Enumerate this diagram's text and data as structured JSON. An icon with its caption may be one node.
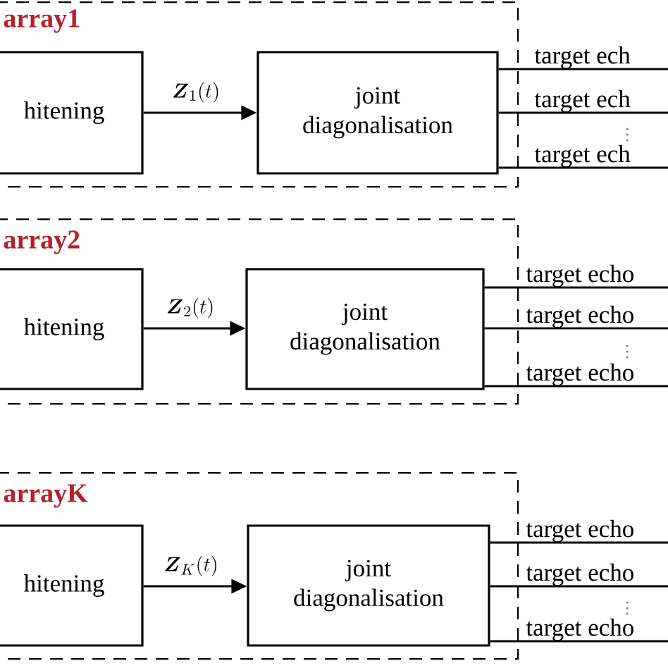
{
  "diagram": {
    "nodes": [
      {
        "text": [
          "array1"
        ]
      },
      {
        "text": [
          "hitening"
        ],
        "in": 0
      },
      {
        "text": [
          "joint diagonalisation"
        ],
        "in": 0
      },
      {
        "text": [
          "array2"
        ]
      },
      {
        "text": [
          "hitening"
        ],
        "in": 3
      },
      {
        "text": [
          "joint diagonalisation"
        ],
        "in": 3
      },
      {
        "text": [
          "arrayK"
        ]
      },
      {
        "text": [
          "hitening"
        ],
        "in": 6
      },
      {
        "text": [
          "joint diagonalisation"
        ],
        "in": 6
      }
    ],
    "edges": [
      {
        "from": 1,
        "to": 2,
        "arrow": "to",
        "label": "\\boldsymbol{Z}_{1}(t)"
      },
      {
        "from": 2,
        "to": null,
        "arrow": "none",
        "label": "target ech"
      },
      {
        "from": 2,
        "to": null,
        "arrow": "none",
        "label": "target ech"
      },
      {
        "from": 2,
        "to": null,
        "arrow": "none",
        "label": "target ech"
      },
      {
        "from": 4,
        "to": 5,
        "arrow": "to",
        "label": "\\boldsymbol{Z}_{2}(t)"
      },
      {
        "from": 5,
        "to": null,
        "arrow": "none",
        "label": "target echo"
      },
      {
        "from": 5,
        "to": null,
        "arrow": "none",
        "label": "target echo"
      },
      {
        "from": 5,
        "to": null,
        "arrow": "none",
        "label": "target echo"
      },
      {
        "from": 7,
        "to": 8,
        "arrow": "to",
        "label": "\\boldsymbol{Z}_{K}(t)"
      },
      {
        "from": 8,
        "to": null,
        "arrow": "none",
        "label": "target echo"
      },
      {
        "from": 8,
        "to": null,
        "arrow": "none",
        "label": "target echo"
      },
      {
        "from": 8,
        "to": null,
        "arrow": "none",
        "label": "target echo"
      }
    ]
  }
}
